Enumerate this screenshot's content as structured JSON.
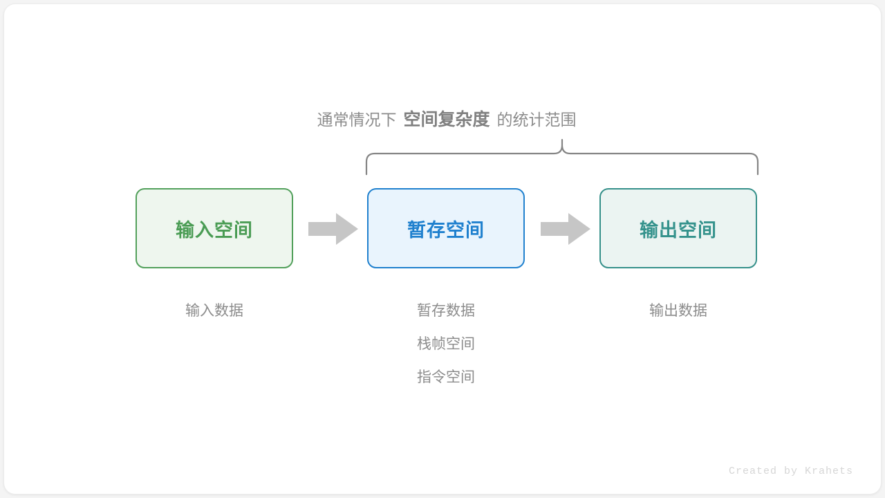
{
  "diagram": {
    "caption": {
      "prefix": "通常情况下",
      "emphasis": "空间复杂度",
      "suffix": "的统计范围"
    },
    "boxes": [
      {
        "id": "input-space",
        "label": "输入空间",
        "border_color": "#52a05b",
        "fill_color": "#eef6ee",
        "text_color": "#4a9c54",
        "sub_labels": [
          "输入数据"
        ]
      },
      {
        "id": "temp-space",
        "label": "暂存空间",
        "border_color": "#1f80ce",
        "fill_color": "#e9f4fd",
        "text_color": "#1f80ce",
        "sub_labels": [
          "暂存数据",
          "栈帧空间",
          "指令空间"
        ]
      },
      {
        "id": "output-space",
        "label": "输出空间",
        "border_color": "#35908a",
        "fill_color": "#ebf4f2",
        "text_color": "#34928c",
        "sub_labels": [
          "输出数据"
        ]
      }
    ],
    "arrows": [
      {
        "id": "arrow-input-to-temp",
        "icon": "right-arrow-icon",
        "color": "#c6c6c6"
      },
      {
        "id": "arrow-temp-to-output",
        "icon": "right-arrow-icon",
        "color": "#c6c6c6"
      }
    ],
    "brace": {
      "icon": "curly-brace-icon",
      "color": "#858585",
      "spans": [
        "temp-space",
        "output-space"
      ]
    },
    "watermark": "Created by Krahets",
    "background_color": "#ffffff"
  }
}
